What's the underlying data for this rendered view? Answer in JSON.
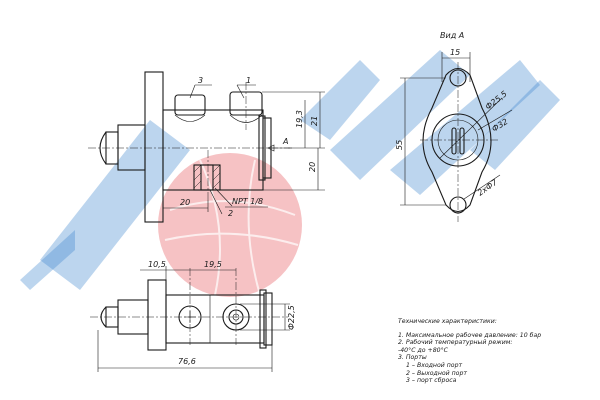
{
  "view_label": "Вид А",
  "labels": {
    "leader_1": "1",
    "leader_2": "2",
    "leader_3": "3",
    "view_arrow": "A",
    "thread": "NPT 1/8"
  },
  "dimensions": {
    "d_15": "15",
    "d_19_3": "19,3",
    "d_21": "21",
    "d_20_v": "20",
    "d_20_h": "20",
    "d_55": "55",
    "d_phi25_5": "Ф25,5",
    "d_phi32": "Ф32",
    "d_2phi7": "2хФ7",
    "d_10_5": "10,5",
    "d_19_5": "19,5",
    "d_phi22_5": "Ф22,5",
    "d_76_6": "76,6"
  },
  "specs": {
    "title": "Технические характеристики:",
    "lines": [
      "1. Максимальное рабочее давление: 10 бар",
      "2. Рабочий температурный режим:",
      "-40°С до +80°С",
      "3. Порты",
      "  1 – Входной порт",
      "  2 – Выходной порт",
      "  3 – порт сброса"
    ]
  },
  "watermark": {
    "brand_colors": {
      "blue": "#3f86cf",
      "red": "#e2353b"
    }
  }
}
